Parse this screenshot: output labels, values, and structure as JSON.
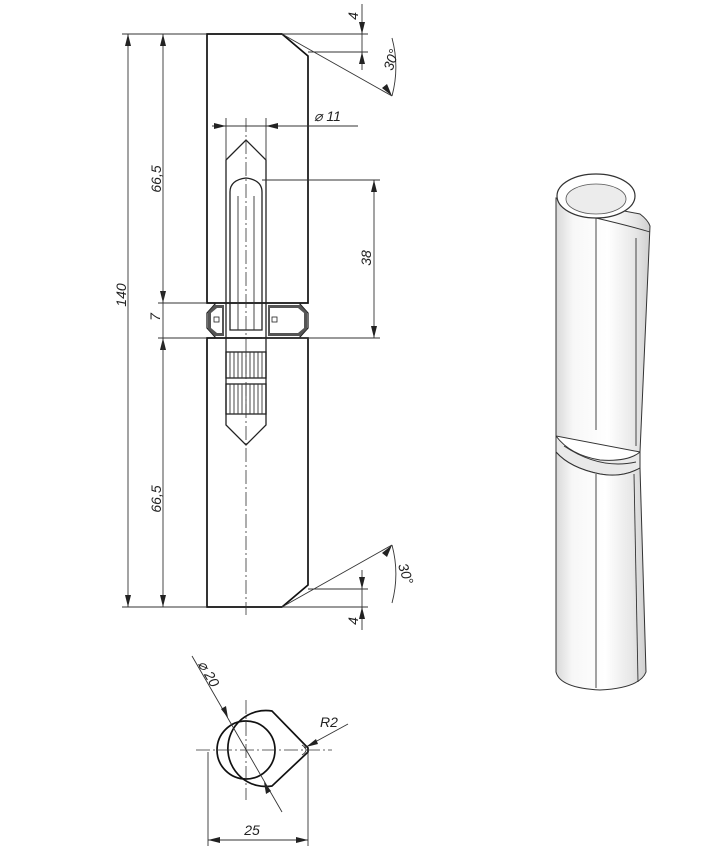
{
  "dimensions": {
    "top_gap": "4",
    "top_angle": "30°",
    "pin_diameter": "⌀ 11",
    "upper_length": "66,5",
    "total_length": "140",
    "pin_length": "38",
    "collar_gap": "7",
    "lower_length": "66,5",
    "bottom_angle": "30°",
    "bottom_gap": "4",
    "section_diameter": "⌀ 20",
    "lug_radius": "R2",
    "section_width": "25"
  }
}
